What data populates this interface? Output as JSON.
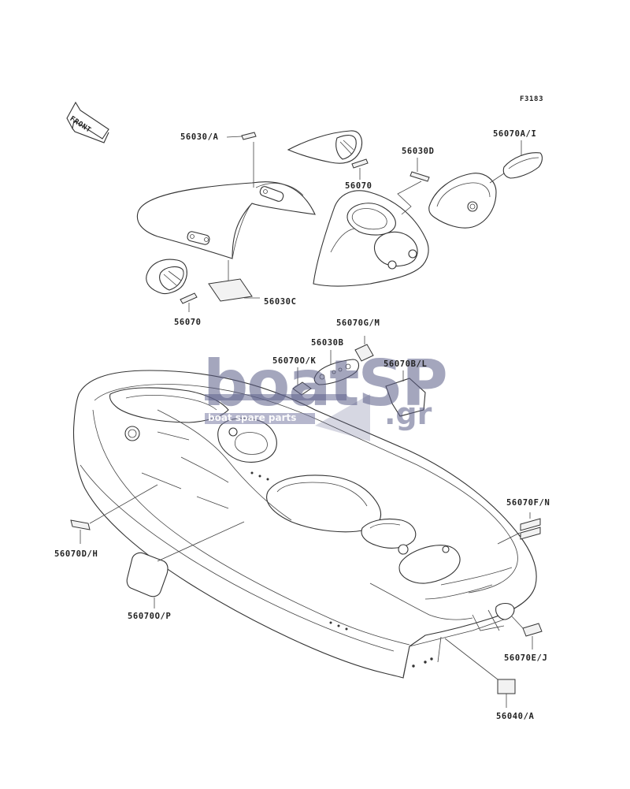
{
  "diagram_code": "F3183",
  "front_label": "FRONT",
  "labels": {
    "l56030A": "56030/A",
    "l56070top": "56070",
    "l56030D": "56030D",
    "l56070AI": "56070A/I",
    "l56070left": "56070",
    "l56030C": "56030C",
    "l56070GM": "56070G/M",
    "l56030B": "56030B",
    "l56070OK": "56070O/K",
    "l56070BL": "56070B/L",
    "l56070FN": "56070F/N",
    "l56070DH": "56070D/H",
    "l56070OP": "56070O/P",
    "l56070EJ": "56070E/J",
    "l56040A": "56040/A"
  },
  "watermark": {
    "brand": "boatSP",
    "tld": ".gr",
    "tagline": "boat spare parts"
  }
}
